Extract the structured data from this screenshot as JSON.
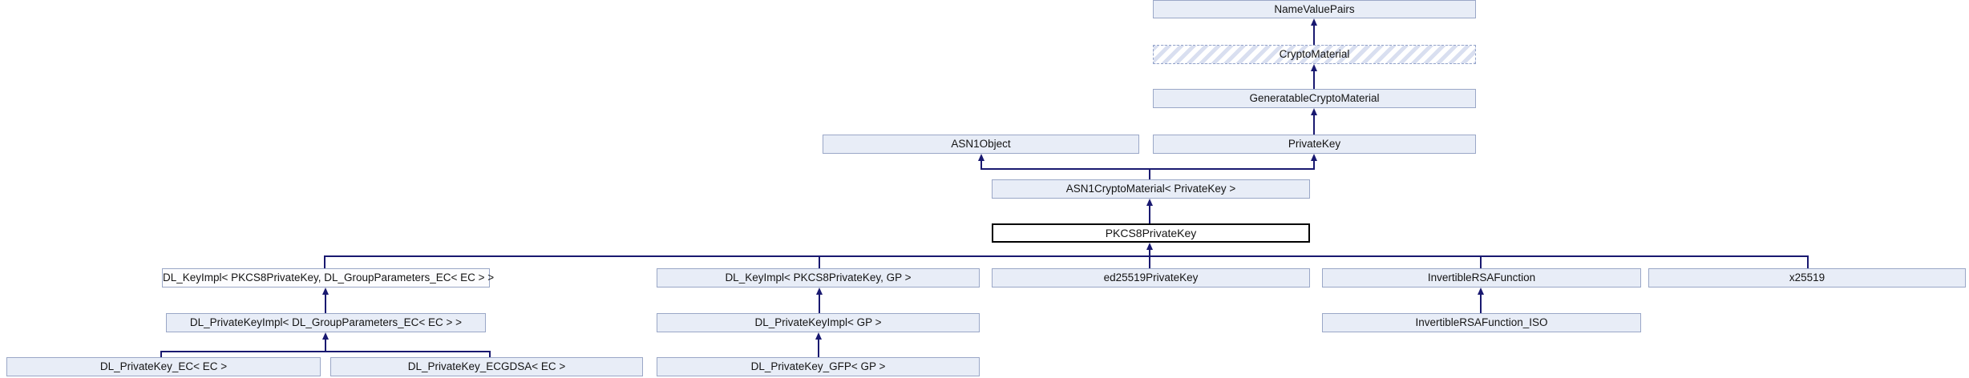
{
  "colors": {
    "node_fill": "#e8edf7",
    "node_border": "#9aa7c7",
    "plain_node_fill": "#fcfcfe",
    "current_node_border": "#000000",
    "hatch_stripe": "#d9dff0",
    "edge": "#191970",
    "text": "#141414",
    "background": "#ffffff"
  },
  "nodes": {
    "name_value_pairs": {
      "label": "NameValuePairs"
    },
    "crypto_material": {
      "label": "CryptoMaterial"
    },
    "generatable_crypto_material": {
      "label": "GeneratableCryptoMaterial"
    },
    "asn1_object": {
      "label": "ASN1Object"
    },
    "private_key": {
      "label": "PrivateKey"
    },
    "asn1_crypto_material": {
      "label": "ASN1CryptoMaterial< PrivateKey >"
    },
    "pkcs8_private_key": {
      "label": "PKCS8PrivateKey"
    },
    "dl_keyimpl_ec": {
      "label": "DL_KeyImpl< PKCS8PrivateKey, DL_GroupParameters_EC< EC > >"
    },
    "dl_keyimpl_gp": {
      "label": "DL_KeyImpl< PKCS8PrivateKey, GP >"
    },
    "ed25519_private_key": {
      "label": "ed25519PrivateKey"
    },
    "invertible_rsa_function": {
      "label": "InvertibleRSAFunction"
    },
    "x25519": {
      "label": "x25519"
    },
    "dl_privatekeyimpl_ec": {
      "label": "DL_PrivateKeyImpl< DL_GroupParameters_EC< EC > >"
    },
    "dl_privatekeyimpl_gp": {
      "label": "DL_PrivateKeyImpl< GP >"
    },
    "invertible_rsa_function_iso": {
      "label": "InvertibleRSAFunction_ISO"
    },
    "dl_privatekey_ec": {
      "label": "DL_PrivateKey_EC< EC >"
    },
    "dl_privatekey_ecgdsa": {
      "label": "DL_PrivateKey_ECGDSA< EC >"
    },
    "dl_privatekey_gfp": {
      "label": "DL_PrivateKey_GFP< GP >"
    }
  }
}
